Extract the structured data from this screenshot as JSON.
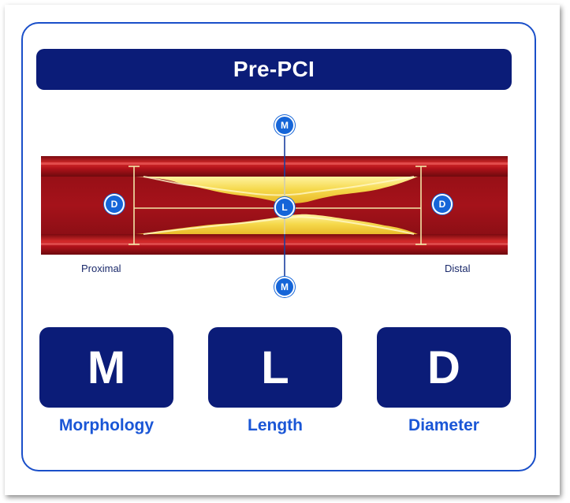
{
  "title": "Pre-PCI",
  "diagram": {
    "proximal_label": "Proximal",
    "distal_label": "Distal",
    "marker_top": "M",
    "marker_bottom": "M",
    "marker_center": "L",
    "marker_left": "D",
    "marker_right": "D"
  },
  "boxes": [
    {
      "letter": "M",
      "caption": "Morphology"
    },
    {
      "letter": "L",
      "caption": "Length"
    },
    {
      "letter": "D",
      "caption": "Diameter"
    }
  ],
  "colors": {
    "navy": "#0b1c78",
    "accent_blue": "#1565d8",
    "caption_blue": "#1a56d6",
    "artery_red": "#b0121a",
    "plaque_yellow": "#f5d84a"
  }
}
